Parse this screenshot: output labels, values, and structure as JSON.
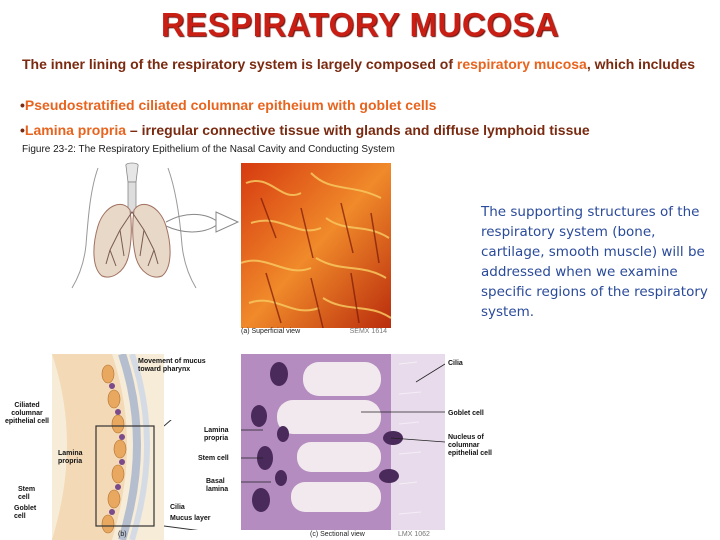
{
  "slide": {
    "title": "RESPIRATORY MUCOSA",
    "intro_text": "The inner lining of the respiratory system is largely composed of ",
    "intro_highlight": "respiratory mucosa",
    "intro_tail": ", which includes",
    "bullet1_marker": "•",
    "bullet1_text": "Pseudostratified ciliated columnar epitheium with goblet cells",
    "bullet2_marker": "•",
    "bullet2_highlight": "Lamina propria",
    "bullet2_tail": " – irregular connective tissue with glands and diffuse lymphoid tissue",
    "side_note": "The supporting structures of the respiratory system (bone, cartilage, smooth muscle) will be addressed when we examine specific regions of the respiratory system."
  },
  "figure": {
    "caption": "Figure 23-2: The Respiratory Epithelium of the Nasal Cavity and Conducting System",
    "micrograph_a_label": "(a) Superficial view",
    "micrograph_a_mag": "SEMX 1614",
    "diagram_b_label": "(b)",
    "micrograph_c_label": "(c) Sectional view",
    "micrograph_c_mag": "LMX 1062",
    "labels": {
      "movement": "Movement of mucus toward pharynx",
      "ciliated": "Ciliated columnar epithelial cell",
      "lamina_b": "Lamina propria",
      "stem_b": "Stem cell",
      "goblet_b": "Goblet cell",
      "cilia_b": "Cilia",
      "mucus": "Mucus layer",
      "lamina_c": "Lamina propria",
      "stem_c": "Stem cell",
      "basal": "Basal lamina",
      "cilia_c": "Cilia",
      "goblet_c": "Goblet cell",
      "nucleus": "Nucleus of columnar epithelial cell"
    }
  },
  "colors": {
    "title": "#c81e14",
    "body_text": "#7a2a10",
    "highlight": "#e8641e",
    "note": "#2a4a9a"
  }
}
